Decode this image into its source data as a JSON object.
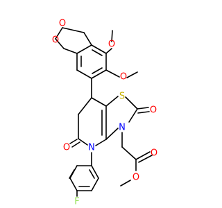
{
  "molecule": {
    "atoms": {
      "o_diox_top": "O",
      "o_diox_bottom": "O",
      "o_methoxy_upper": "O",
      "o_methoxy_lower": "O",
      "s_thiazole": "S",
      "o_thiazole_carbonyl": "O",
      "n_thiazole": "N",
      "n_pyridine": "N",
      "o_lactam": "O",
      "o_ester_carbonyl": "O",
      "o_ester": "O",
      "f_fluoro": "F"
    },
    "colors": {
      "carbon": "#000000",
      "oxygen": "#ff0000",
      "nitrogen": "#0000ff",
      "sulfur": "#c8b400",
      "fluorine": "#90e050"
    }
  }
}
